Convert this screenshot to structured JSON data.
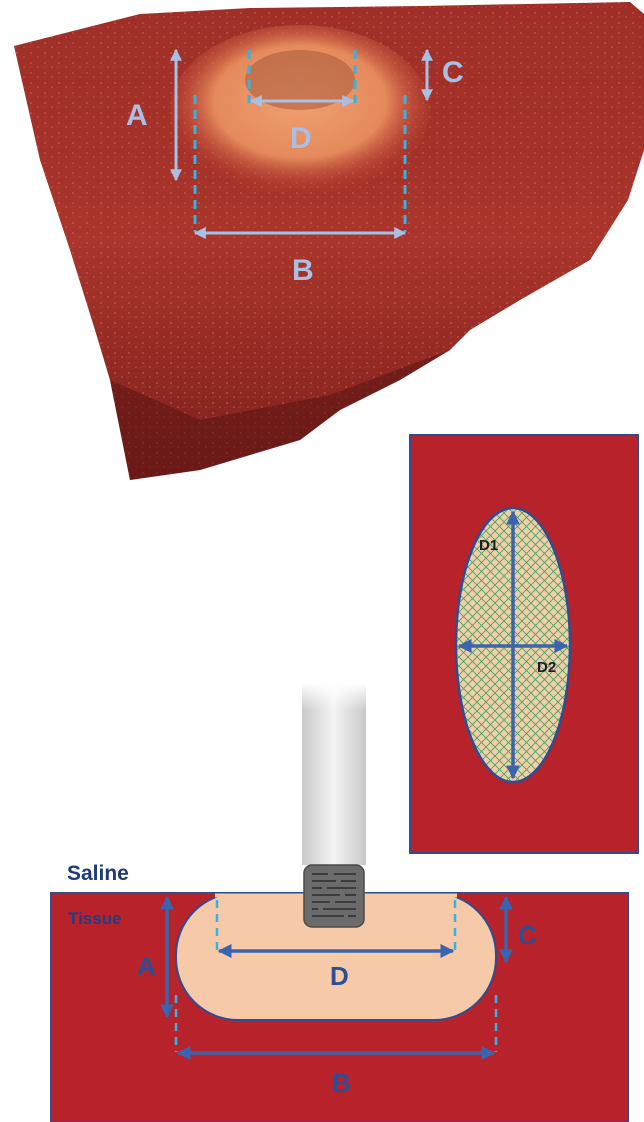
{
  "photo": {
    "labels": {
      "A": "A",
      "B": "B",
      "C": "C",
      "D": "D"
    }
  },
  "inset": {
    "d1_label": "D1",
    "d2_label": "D2"
  },
  "schematic": {
    "saline_label": "Saline",
    "tissue_label": "Tissue",
    "labels": {
      "A": "A",
      "B": "B",
      "C": "C",
      "D": "D"
    }
  },
  "colors": {
    "tissue_red": "#b8222a",
    "lesion_peach": "#f6c9a8",
    "dimension_blue": "#3a64b0",
    "dashed_cyan": "#33b3e6",
    "photo_arrow": "#a9bfe4",
    "hatch_green": "#4aa36a"
  }
}
